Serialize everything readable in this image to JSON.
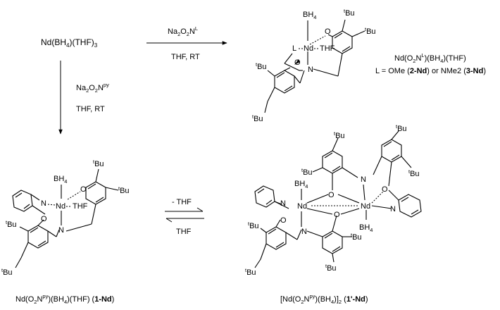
{
  "reactant": "Nd(BH4)(THF)3",
  "arrow_top": {
    "reagent": "Na2O2NL",
    "conditions": "THF, RT"
  },
  "arrow_down": {
    "reagent": "Na2O2Npy",
    "conditions": "THF, RT"
  },
  "arrow_equilibrium": {
    "forward": "- THF",
    "reverse": "THF"
  },
  "complex_23": {
    "formula": "Nd(O2NL)(BH4)(THF)",
    "legend_prefix": "L = OMe (",
    "label_a": "2-Nd",
    "legend_mid": ") or NMe2 (",
    "label_b": "3-Nd",
    "legend_suffix": ")"
  },
  "complex_1": {
    "formula": "Nd(O2Npy)(BH4)(THF) (",
    "label": "1-Nd",
    "suffix": ")"
  },
  "complex_1p": {
    "formula": "[Nd(O2Npy)(BH4)]2 (",
    "label": "1'-Nd",
    "suffix": ")"
  },
  "atoms": {
    "nd": "Nd",
    "o": "O",
    "n": "N",
    "thf": "THF",
    "bh4": "BH4",
    "l": "L",
    "tbu": "tBu"
  }
}
